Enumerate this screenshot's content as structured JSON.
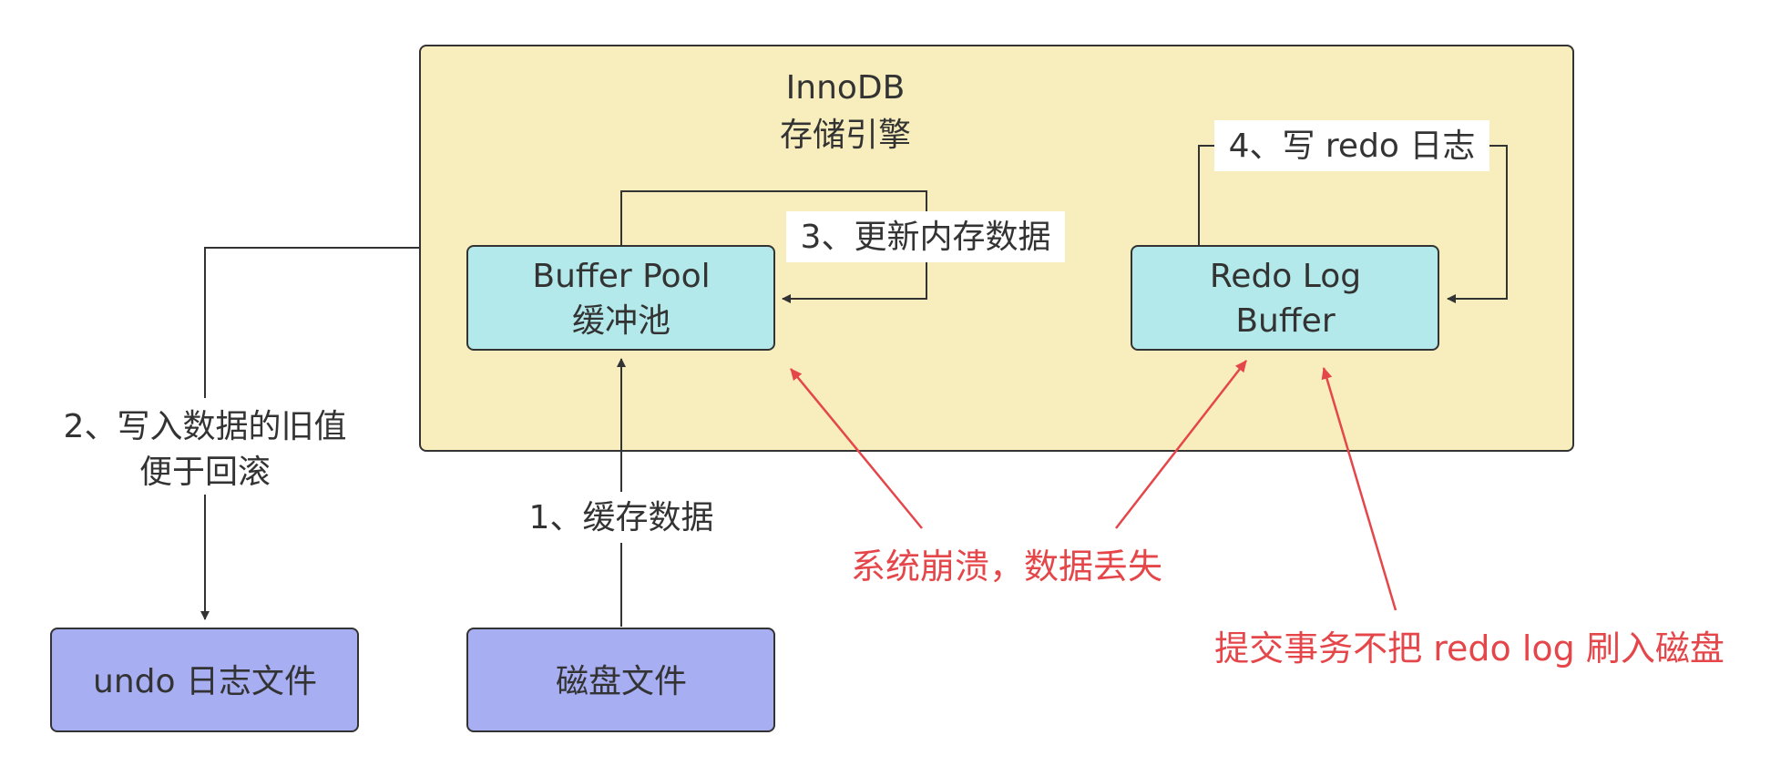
{
  "colors": {
    "container_fill": "#f7edbd",
    "container_stroke": "#333333",
    "cache_fill": "#b3e9ea",
    "disk_fill": "#a7aef2",
    "line": "#333333",
    "annotation_red": "#e4464a"
  },
  "container": {
    "title_line1": "InnoDB",
    "title_line2": "存储引擎"
  },
  "nodes": {
    "buffer_pool": {
      "line1": "Buffer Pool",
      "line2": "缓冲池"
    },
    "redo_log_buffer": {
      "line1": "Redo Log",
      "line2": "Buffer"
    },
    "undo_file": {
      "label": "undo 日志文件"
    },
    "disk_file": {
      "label": "磁盘文件"
    }
  },
  "edges": {
    "cache_data": "1、缓存数据",
    "write_old_value_line1": "2、写入数据的旧值",
    "write_old_value_line2": "便于回滚",
    "update_memory": "3、更新内存数据",
    "write_redo": "4、写 redo 日志"
  },
  "annotations": {
    "crash": "系统崩溃，数据丢失",
    "commit": "提交事务不把 redo log 刷入磁盘"
  }
}
